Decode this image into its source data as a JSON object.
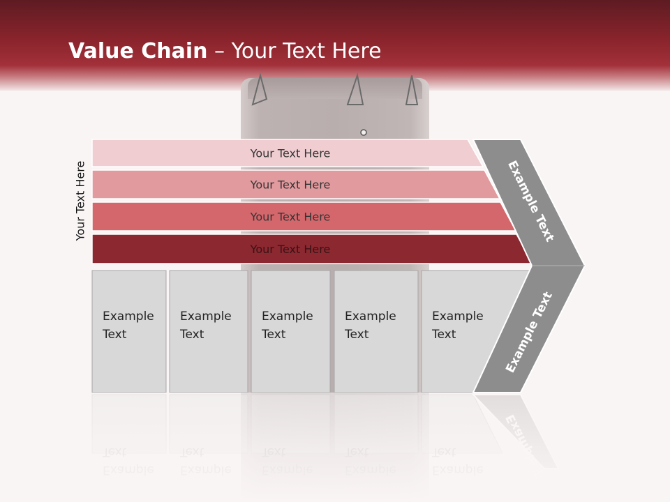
{
  "slide": {
    "title_bold": "Value Chain",
    "title_rest": " – Your Text Here",
    "side_label": "Your Text Here"
  },
  "bars": [
    {
      "label": "Your Text Here",
      "color": "#f0cdd1"
    },
    {
      "label": "Your Text Here",
      "color": "#e19a9e"
    },
    {
      "label": "Your Text Here",
      "color": "#d4676c"
    },
    {
      "label": "Your Text Here",
      "color": "#8b2830"
    }
  ],
  "boxes": [
    {
      "line1": "Example",
      "line2": "Text"
    },
    {
      "line1": "Example",
      "line2": "Text"
    },
    {
      "line1": "Example",
      "line2": "Text"
    },
    {
      "line1": "Example",
      "line2": "Text"
    },
    {
      "line1": "Example",
      "line2": "Text"
    }
  ],
  "chevron": {
    "upper_label": "Example Text",
    "lower_label": "Example Text",
    "color": "#8d8d8d"
  },
  "colors": {
    "box_fill": "#d8d8d8",
    "box_stroke": "#a6a6a6",
    "header_dark": "#5e1b22",
    "header_mid": "#a2303a"
  }
}
